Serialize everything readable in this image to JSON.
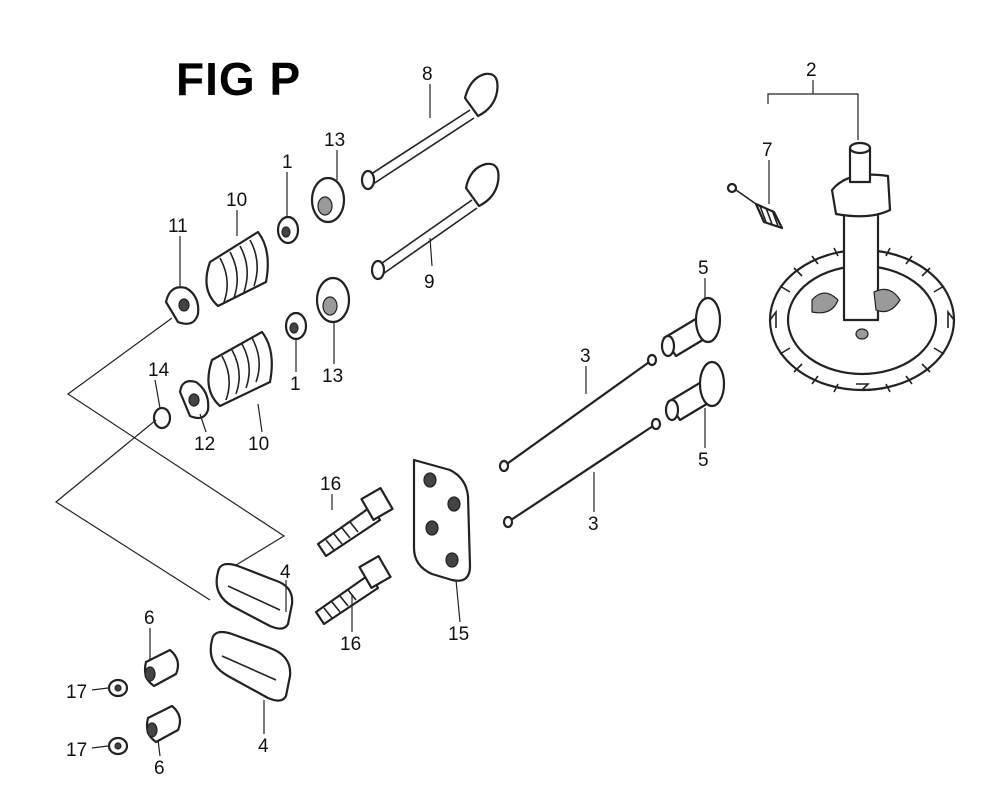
{
  "figure": {
    "title": "FIG P"
  },
  "callouts": {
    "c1a": "1",
    "c1b": "1",
    "c2": "2",
    "c3a": "3",
    "c3b": "3",
    "c4a": "4",
    "c4b": "4",
    "c5a": "5",
    "c5b": "5",
    "c6a": "6",
    "c6b": "6",
    "c7": "7",
    "c8": "8",
    "c9": "9",
    "c10a": "10",
    "c10b": "10",
    "c11": "11",
    "c12": "12",
    "c13a": "13",
    "c13b": "13",
    "c14": "14",
    "c15": "15",
    "c16a": "16",
    "c16b": "16",
    "c17a": "17",
    "c17b": "17"
  }
}
